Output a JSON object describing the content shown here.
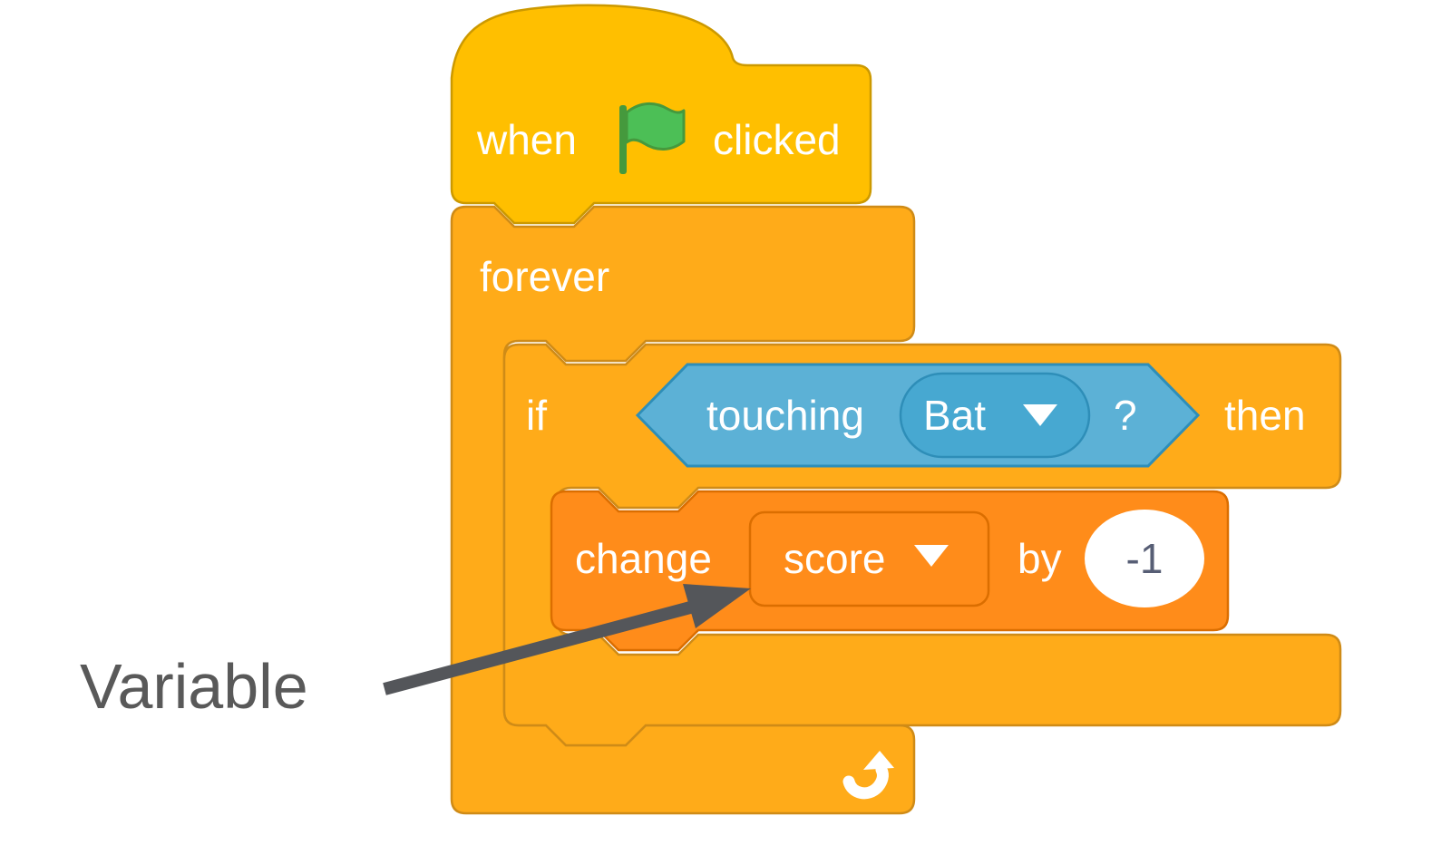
{
  "colors": {
    "background": "#FFFFFF",
    "events_fill": "#FFBF00",
    "events_stroke": "#CC9900",
    "control_fill": "#FFAB19",
    "control_stroke": "#CF8B17",
    "variables_fill": "#FF8C1A",
    "variables_stroke": "#DB6E00",
    "sensing_fill": "#5CB1D6",
    "sensing_stroke": "#2E8EB8",
    "sensing_menu_fill": "#47A8D1",
    "block_text": "#FFFFFF",
    "input_fill": "#FFFFFF",
    "input_text": "#575E75",
    "flag_fill": "#4CBF56",
    "flag_stroke": "#45993D",
    "annotation_text": "#595959",
    "annotation_arrow": "#54565A"
  },
  "script": {
    "when_clicked_block": {
      "label_before": "when",
      "icon": "green-flag-icon",
      "label_after": "clicked"
    },
    "forever_block": {
      "label": "forever",
      "icon": "loop-arrow-icon"
    },
    "if_block": {
      "label_if": "if",
      "label_then": "then"
    },
    "touching_condition": {
      "label": "touching",
      "menu_value": "Bat",
      "label_suffix": "?"
    },
    "change_variable_block": {
      "label_change": "change",
      "variable_value": "score",
      "label_by": "by",
      "amount_value": "-1"
    }
  },
  "annotation": {
    "label": "Variable"
  }
}
